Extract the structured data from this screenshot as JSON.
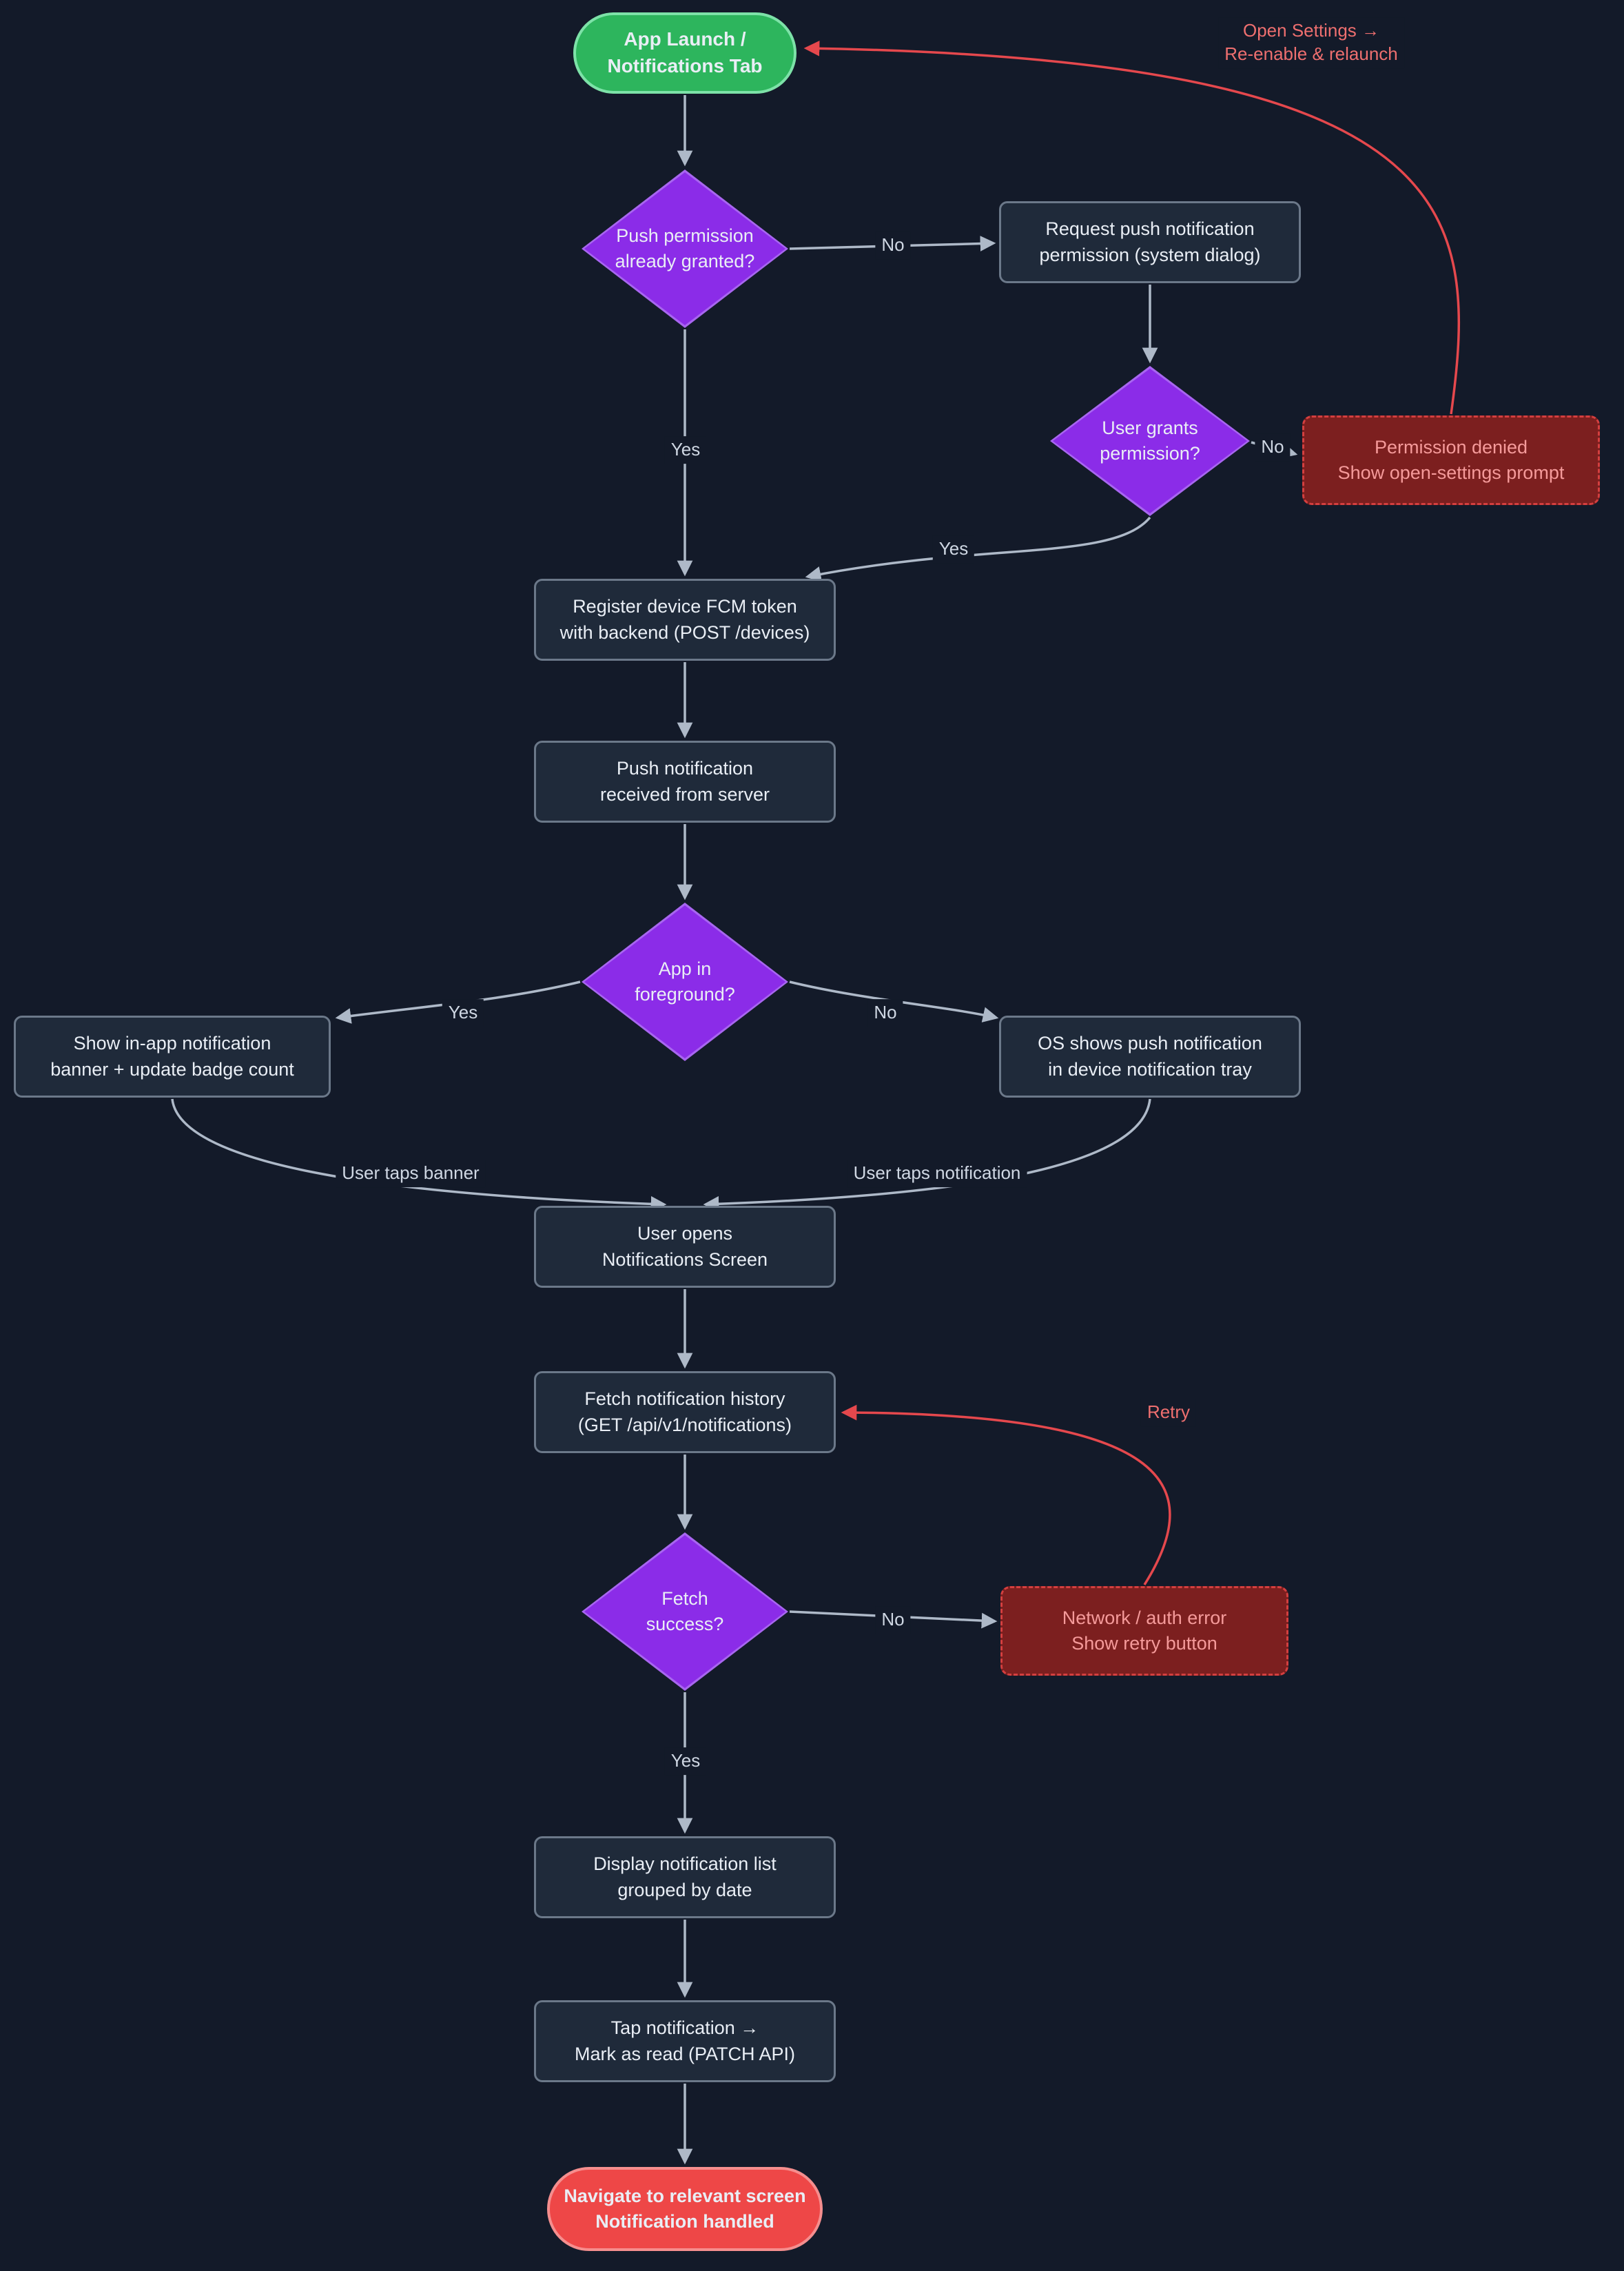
{
  "diagram": {
    "type": "flowchart",
    "theme": "dark",
    "background": "#131a29"
  },
  "colors": {
    "start_fill": "#2db55d",
    "start_border": "#7de2a8",
    "end_fill": "#ee4747",
    "end_border": "#f58e8e",
    "decision_fill": "#8b2ce8",
    "decision_border": "#a866f0",
    "process_fill": "#1f2a3a",
    "process_border": "#6b7889",
    "error_fill": "#7c1f1f",
    "error_border": "#d43f3f",
    "error_text": "#f59a9a",
    "edge": "#aeb9c8",
    "edge_alert": "#e5484d",
    "label_text": "#cfd7e3",
    "label_alert_text": "#ee6f6f"
  },
  "nodes": {
    "start": {
      "label": "App Launch /\nNotifications Tab"
    },
    "push_permission_granted": {
      "label": "Push permission\nalready granted?"
    },
    "request_permission": {
      "label": "Request push notification\npermission (system dialog)"
    },
    "user_grants": {
      "label": "User grants\npermission?"
    },
    "permission_denied": {
      "label": "Permission denied\nShow open-settings prompt"
    },
    "register_token": {
      "label": "Register device FCM token\nwith backend (POST /devices)"
    },
    "push_received": {
      "label": "Push notification\nreceived from server"
    },
    "app_foreground": {
      "label": "App in\nforeground?"
    },
    "inapp_banner": {
      "label": "Show in-app notification\nbanner + update badge count"
    },
    "os_tray": {
      "label": "OS shows push notification\nin device notification tray"
    },
    "open_notifications": {
      "label": "User opens\nNotifications Screen"
    },
    "fetch_history": {
      "label": "Fetch notification history\n(GET /api/v1/notifications)"
    },
    "fetch_success": {
      "label": "Fetch\nsuccess?"
    },
    "network_error": {
      "label": "Network / auth error\nShow retry button"
    },
    "display_list": {
      "label": "Display notification list\ngrouped by date"
    },
    "tap_mark_read": {
      "label": "Tap notification →\nMark as read (PATCH API)"
    },
    "end": {
      "label": "Navigate to relevant screen\nNotification handled"
    }
  },
  "edge_labels": {
    "permission_no": "No",
    "permission_yes": "Yes",
    "grants_no": "No",
    "grants_yes": "Yes",
    "open_settings": "Open Settings →\nRe-enable & relaunch",
    "foreground_yes": "Yes",
    "foreground_no": "No",
    "taps_banner": "User taps banner",
    "taps_notification": "User taps notification",
    "fetch_no": "No",
    "fetch_yes": "Yes",
    "retry": "Retry"
  }
}
